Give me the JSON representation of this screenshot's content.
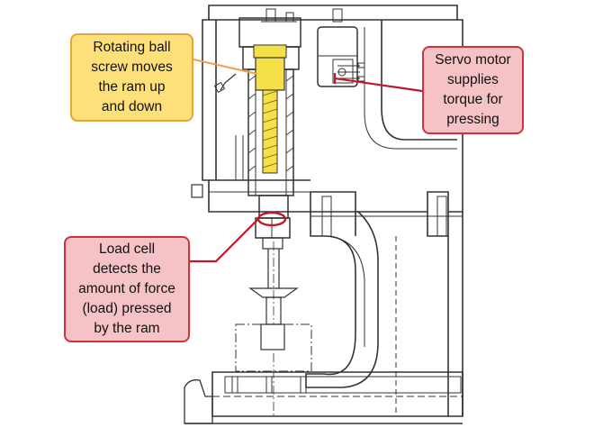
{
  "callouts": {
    "ball_screw": {
      "text": "Rotating ball\nscrew moves\nthe ram up\nand down",
      "fill": "#fde07a",
      "border": "#e8a33a"
    },
    "servo_motor": {
      "text": "Servo motor\nsupplies\ntorque for\npressing",
      "fill": "#f5c2c6",
      "border": "#d2303a"
    },
    "load_cell": {
      "text": "Load cell\ndetects the\namount of force\n(load) pressed\nby the ram",
      "fill": "#f5c2c6",
      "border": "#d2303a"
    }
  },
  "colors": {
    "line_art": "#333333",
    "ball_screw_highlight": "#f5e04a",
    "leader_orange": "#f0a04a",
    "leader_red": "#c0182a"
  }
}
